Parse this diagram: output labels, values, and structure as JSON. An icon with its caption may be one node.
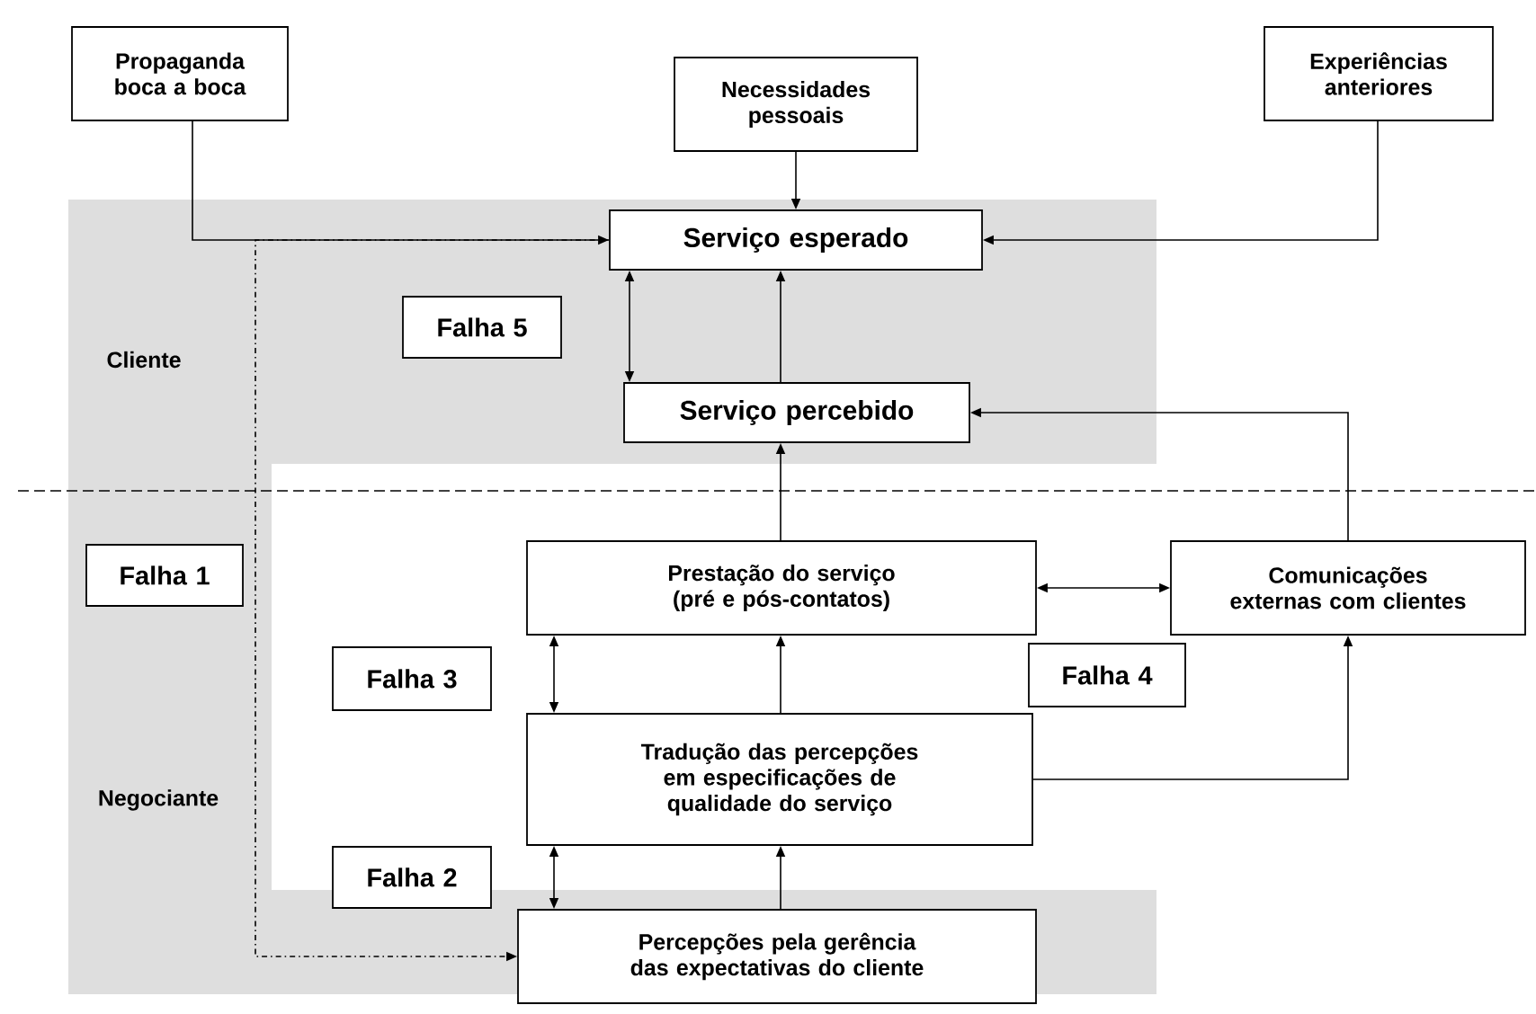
{
  "diagram": {
    "nodes": [
      {
        "text": [
          "Propaganda boca a boca"
        ]
      },
      {
        "text": [
          "Necessidades pessoais"
        ]
      },
      {
        "text": [
          "Experiências anteriores"
        ]
      },
      {
        "text": [
          "Serviço esperado"
        ]
      },
      {
        "text": [
          "Falha 5"
        ]
      },
      {
        "text": [
          "Serviço percebido"
        ]
      },
      {
        "text": [
          "Prestação do serviço (pré e pós-contatos)"
        ]
      },
      {
        "text": [
          "Comunicações externas com clientes"
        ]
      },
      {
        "text": [
          "Falha 1"
        ]
      },
      {
        "text": [
          "Falha 3"
        ]
      },
      {
        "text": [
          "Falha 4"
        ]
      },
      {
        "text": [
          "Tradução das percepções em especificações de qualidade do serviço"
        ]
      },
      {
        "text": [
          "Falha 2"
        ]
      },
      {
        "text": [
          "Percepções pela gerência das expectativas do cliente"
        ]
      }
    ],
    "edges": [
      {
        "from": 0,
        "to": 3,
        "arrow": "to"
      },
      {
        "from": 1,
        "to": 3,
        "arrow": "to"
      },
      {
        "from": 2,
        "to": 3,
        "arrow": "to"
      },
      {
        "from": 3,
        "to": 5,
        "arrow": "both"
      },
      {
        "from": 5,
        "to": 3,
        "arrow": "to"
      },
      {
        "from": 6,
        "to": 5,
        "arrow": "to"
      },
      {
        "from": 7,
        "to": 5,
        "arrow": "to"
      },
      {
        "from": 6,
        "to": 7,
        "arrow": "both"
      },
      {
        "from": 6,
        "to": 11,
        "arrow": "both"
      },
      {
        "from": 11,
        "to": 6,
        "arrow": "to"
      },
      {
        "from": 11,
        "to": 7,
        "arrow": "to"
      },
      {
        "from": 11,
        "to": 13,
        "arrow": "both"
      },
      {
        "from": 13,
        "to": 11,
        "arrow": "to"
      },
      {
        "from": 3,
        "to": 13,
        "arrow": "to",
        "style": "dashed"
      }
    ],
    "labels": [
      "Cliente",
      "Negociante"
    ]
  }
}
